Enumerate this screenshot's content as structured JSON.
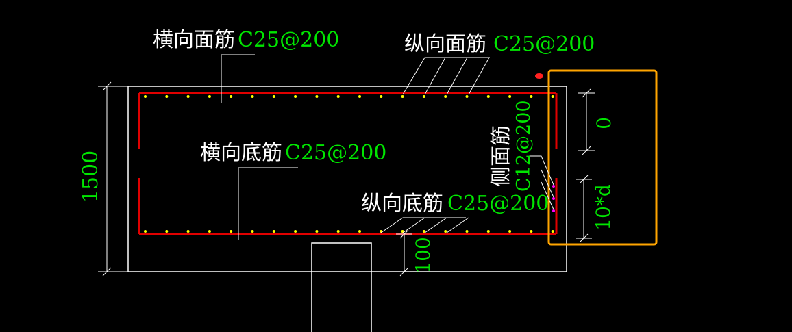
{
  "labels": {
    "top_transverse": {
      "name": "横向面筋",
      "spec": "C25@200"
    },
    "top_longitudinal": {
      "name": "纵向面筋",
      "spec": "C25@200"
    },
    "bottom_transverse": {
      "name": "横向底筋",
      "spec": "C25@200"
    },
    "bottom_longitudinal": {
      "name": "纵向底筋",
      "spec": "C25@200"
    },
    "side": {
      "name": "侧面筋",
      "spec": "C12@200"
    }
  },
  "dimensions": {
    "height": "1500",
    "cover": "100",
    "top_gap": "0",
    "side_len": "10*d"
  },
  "colors": {
    "outline": "#ffffff",
    "rebar": "#e00000",
    "dot": "#ffff00",
    "spec_text": "#00e600",
    "highlight": "#ffa500",
    "side_dot": "#ff00ff"
  }
}
